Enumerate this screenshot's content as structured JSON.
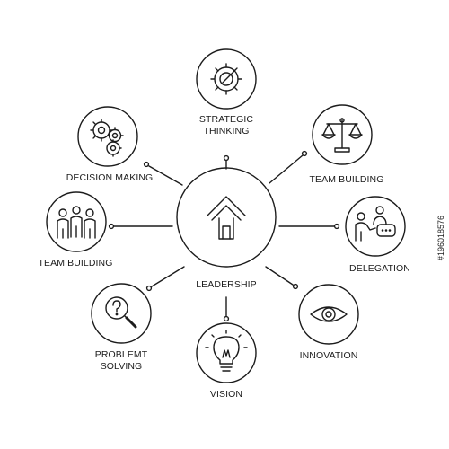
{
  "diagram": {
    "center_label": "LEADERSHIP",
    "nodes": {
      "strategic": {
        "line1": "STRATEGIC",
        "line2": "THINKING",
        "icon": "gear-pen-icon"
      },
      "team_building_right": {
        "label": "TEAM BUILDING",
        "icon": "scales-icon"
      },
      "delegation": {
        "label": "DELEGATION",
        "icon": "delegation-icon"
      },
      "innovation": {
        "label": "INNOVATION",
        "icon": "eye-icon"
      },
      "vision": {
        "label": "VISION",
        "icon": "lightbulb-icon"
      },
      "problem_solving": {
        "line1": "PROBLEMT",
        "line2": "SOLVING",
        "icon": "magnifier-question-icon"
      },
      "team_building_left": {
        "label": "TEAM BUILDING",
        "icon": "team-icon"
      },
      "decision_making": {
        "label": "DECISION MAKING",
        "icon": "gears-icon"
      }
    },
    "center_icon": "house-arrow-icon",
    "line_color": "#1c1c1c"
  },
  "watermark": "#196018576"
}
